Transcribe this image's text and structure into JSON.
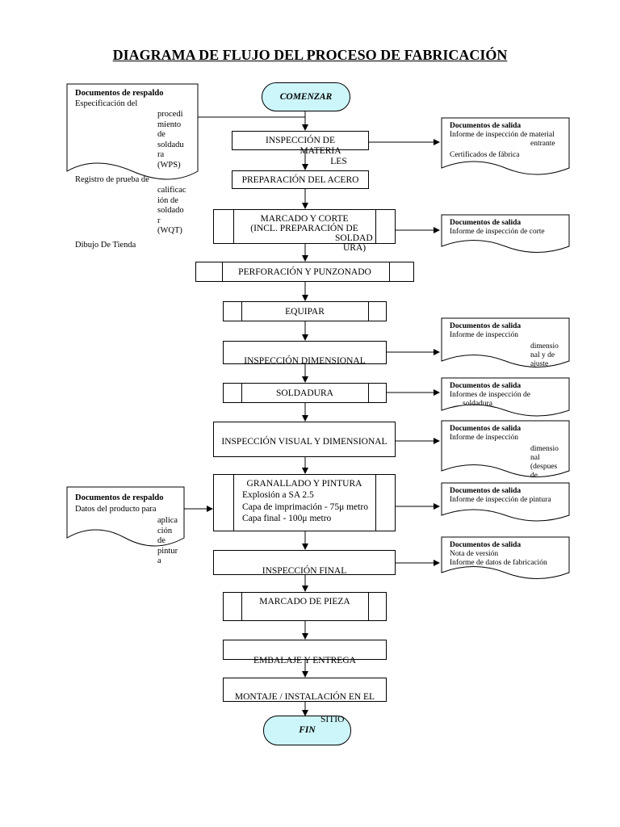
{
  "title": "DIAGRAMA DE FLUJO DEL PROCESO DE FABRICACIÓN",
  "colors": {
    "terminal_fill": "#cdf6fa",
    "line": "#000000"
  },
  "terminals": {
    "start": "COMENZAR",
    "end": "FIN"
  },
  "steps": {
    "inspeccion_materiales": [
      "INSPECCIÓN DE",
      "MATERIA",
      "LES"
    ],
    "preparacion_acero": "PREPARACIÓN DEL ACERO",
    "marcado_corte": [
      "MARCADO Y CORTE",
      "(INCL. PREPARACIÓN DE",
      "SOLDAD",
      "URA)"
    ],
    "perforacion": "PERFORACIÓN Y PUNZONADO",
    "equipar": "EQUIPAR",
    "inspeccion_dimensional": "INSPECCIÓN DIMENSIONAL",
    "soldadura": "SOLDADURA",
    "inspeccion_visual": "INSPECCIÓN VISUAL Y DIMENSIONAL",
    "granallado": [
      "GRANALLADO Y PINTURA",
      "Explosión a SA 2.5",
      "Capa de imprimación - 75μ metro",
      "Capa final - 100μ metro"
    ],
    "inspeccion_final": "INSPECCIÓN FINAL",
    "marcado_pieza": "MARCADO DE PIEZA",
    "embalaje": "EMBALAJE Y ENTREGA",
    "montaje": [
      "MONTAJE  /  INSTALACIÓN  EN  EL",
      "SITIO"
    ]
  },
  "input_docs": {
    "top": {
      "heading": "Documentos de respaldo",
      "line1": "Especificación del",
      "wps": [
        "procedi",
        "miento",
        "de",
        "soldadu",
        "ra",
        "(WPS)"
      ],
      "line2": "Registro de prueba de",
      "wqt": [
        "calificac",
        "ión de",
        "soldado",
        "r",
        "(WQT)"
      ],
      "line3": "Dibujo De Tienda"
    },
    "bottom": {
      "heading": "Documentos de respaldo",
      "line1": "Datos del producto para",
      "rest": [
        "aplica",
        "ción",
        "de",
        "pintur",
        "a"
      ]
    }
  },
  "output_docs": {
    "d1": {
      "heading": "Documentos de salida",
      "lines": [
        "Informe de inspección de material"
      ],
      "indent": [
        "entrante"
      ],
      "extra": "Certificados de fábrica"
    },
    "d2": {
      "heading": "Documentos de salida",
      "lines": [
        "Informe de inspección de corte"
      ]
    },
    "d3": {
      "heading": "Documentos de salida",
      "lines": [
        "Informe de inspección"
      ],
      "indent": [
        "dimensio",
        "nal y de",
        "ajuste"
      ]
    },
    "d4": {
      "heading": "Documentos de salida",
      "lines": [
        "Informes de inspección de"
      ],
      "indent2": [
        "soldadura"
      ]
    },
    "d5": {
      "heading": "Documentos de salida",
      "lines": [
        "Informe de inspección"
      ],
      "indent": [
        "dimensio",
        "nal",
        "(despues",
        "de"
      ]
    },
    "d6": {
      "heading": "Documentos de salida",
      "lines": [
        "Informe de inspección de pintura"
      ]
    },
    "d7": {
      "heading": "Documentos de salida",
      "lines": [
        "Nota de versión",
        "Informe de datos de fabricación"
      ]
    }
  }
}
